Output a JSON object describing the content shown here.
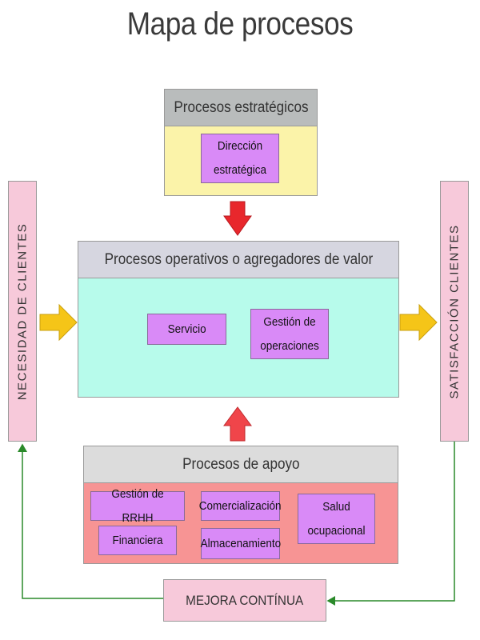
{
  "title": "Mapa de procesos",
  "left_label": "NECESIDAD DE CLIENTES",
  "right_label": "SATISFACCIÓN CLIENTES",
  "strategic": {
    "header": "Procesos estratégicos",
    "items": [
      "Dirección estratégica"
    ]
  },
  "operational": {
    "header": "Procesos operativos o agregadores de valor",
    "items": [
      "Servicio",
      "Gestión de operaciones"
    ]
  },
  "support": {
    "header": "Procesos de apoyo",
    "items": [
      "Gestión de RRHH",
      "Comercialización",
      "Salud ocupacional",
      "Financiera",
      "Almacenamiento"
    ]
  },
  "improvement": "MEJORA CONTÍNUA",
  "colors": {
    "header_gray": "#b9bcbc",
    "strategic_bg": "#fbf3a9",
    "operational_header": "#d6d6e0",
    "operational_bg": "#b7fbeb",
    "support_header": "#dcdcdc",
    "support_bg": "#f79494",
    "process_box": "#d98af7",
    "side_box": "#f7c9da",
    "arrow_red": "#e8272c",
    "arrow_red_light": "#f0454a",
    "arrow_yellow": "#f5c518",
    "line_green": "#2a8a2a"
  }
}
